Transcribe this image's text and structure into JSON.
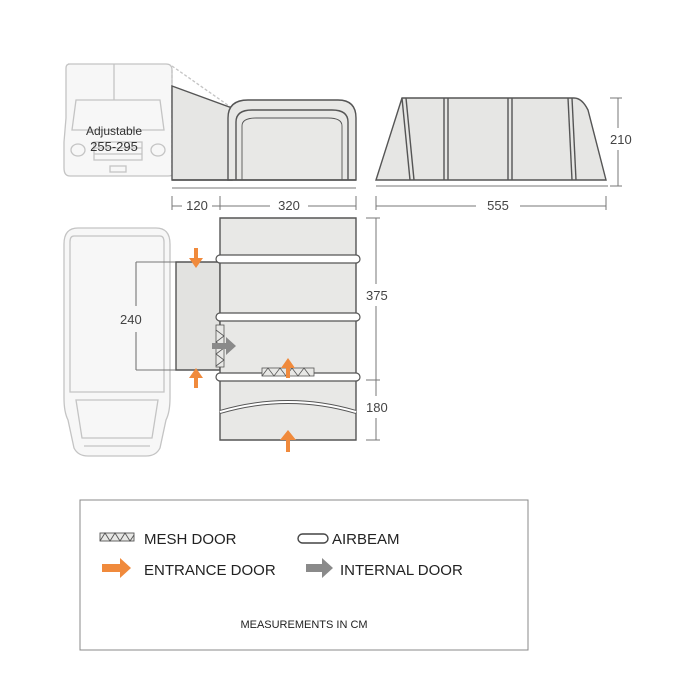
{
  "diagram": {
    "side_view": {
      "van_label_line1": "Adjustable",
      "van_label_line2": "255-295"
    },
    "dimensions": {
      "side_height": "210",
      "side_length": "555",
      "porch_width": "120",
      "main_width": "320",
      "plan_depth_main": "375",
      "plan_depth_front": "180",
      "connection_width": "240"
    },
    "legend": {
      "mesh_door": "MESH DOOR",
      "airbeam": "AIRBEAM",
      "entrance_door": "ENTRANCE DOOR",
      "internal_door": "INTERNAL DOOR",
      "measurements_note": "MEASUREMENTS IN CM"
    },
    "colors": {
      "entrance_arrow": "#f08a3c",
      "internal_arrow": "#8a8a8a",
      "tent_fill": "#e8e8e6",
      "tent_stroke": "#555555",
      "van_stroke": "#bdbdbd"
    }
  }
}
